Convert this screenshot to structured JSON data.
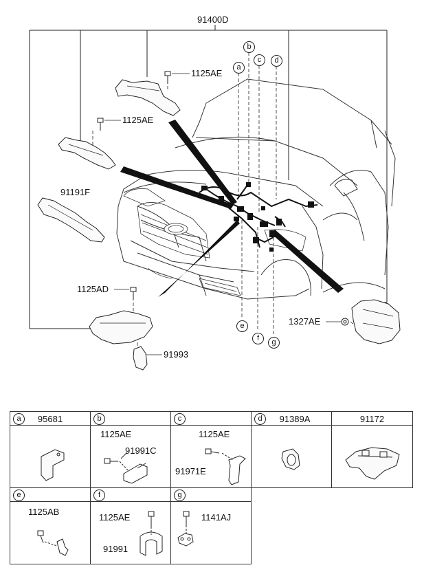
{
  "main_diagram": {
    "assembly_label": "91400D",
    "parts": [
      {
        "label": "1125AE"
      },
      {
        "label": "1125AE"
      },
      {
        "label": "91191F"
      },
      {
        "label": "1125AD"
      },
      {
        "label": "91993"
      },
      {
        "label": "1327AE"
      }
    ],
    "callouts": [
      "a",
      "b",
      "c",
      "d",
      "e",
      "f",
      "g"
    ]
  },
  "parts_table": {
    "cells": [
      {
        "letter": "a",
        "header": "95681",
        "labels": []
      },
      {
        "letter": "b",
        "header": "",
        "labels": [
          "1125AE",
          "91991C"
        ]
      },
      {
        "letter": "c",
        "header": "",
        "labels": [
          "1125AE",
          "91971E"
        ]
      },
      {
        "letter": "d",
        "header": "91389A",
        "labels": []
      },
      {
        "letter": "",
        "header": "91172",
        "labels": []
      },
      {
        "letter": "e",
        "header": "",
        "labels": [
          "1125AB"
        ]
      },
      {
        "letter": "f",
        "header": "",
        "labels": [
          "1125AE",
          "91991"
        ]
      },
      {
        "letter": "g",
        "header": "",
        "labels": [
          "1141AJ"
        ]
      }
    ]
  }
}
